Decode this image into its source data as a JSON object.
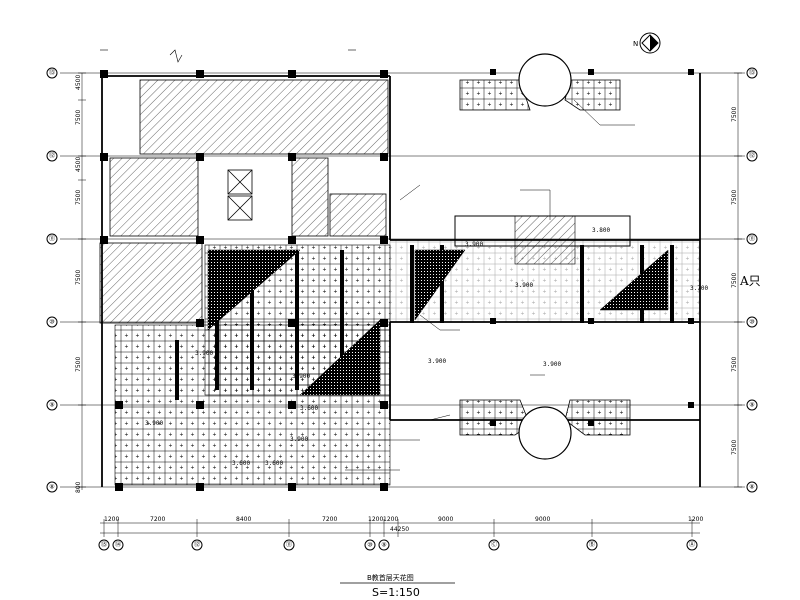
{
  "drawing": {
    "title": "B教首层天花图",
    "scale": "S=1:150",
    "elevation_note_label": "A只"
  },
  "axes": {
    "left_labels": [
      "⑬",
      "⑫",
      "⑪",
      "⑩",
      "⑨",
      "⑧"
    ],
    "right_labels": [
      "⑬",
      "⑫",
      "⑪",
      "⑩",
      "⑨",
      "⑧"
    ],
    "bottom_labels": [
      "⑮",
      "⑭",
      "⑫",
      "⑪",
      "⑩",
      "⑨",
      "Ⓒ",
      "Ⓑ",
      "Ⓐ"
    ]
  },
  "dimensions": {
    "bottom": [
      "1200",
      "7200",
      "8400",
      "7200",
      "1200",
      "1200",
      "9000",
      "9000",
      "1200"
    ],
    "bottom_total": "44250",
    "left": [
      "4500",
      "7500",
      "4500",
      "7500",
      "7500",
      "7500",
      "800"
    ],
    "right": [
      "7500",
      "7500",
      "7500",
      "7500",
      "7500"
    ]
  },
  "elevations": [
    "3.900",
    "3.900",
    "3.600",
    "3.900",
    "3.600",
    "3.600",
    "3.900",
    "3.900",
    "3.900",
    "3.900",
    "3.800",
    "3.700",
    "3.900"
  ],
  "north_label": "N"
}
